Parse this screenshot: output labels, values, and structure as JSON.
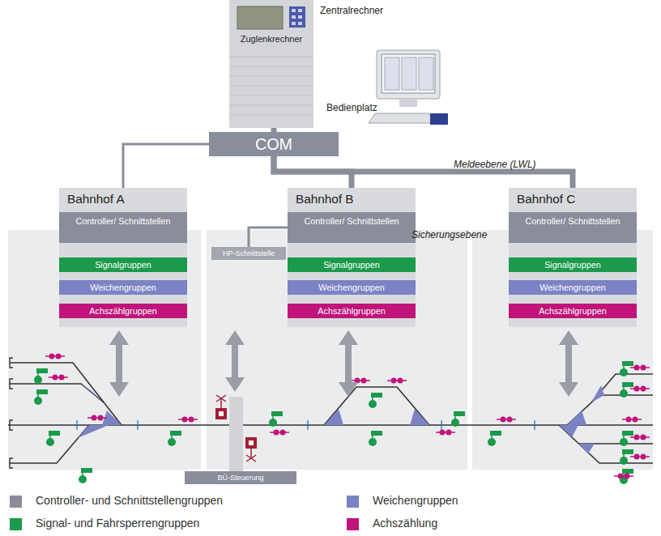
{
  "diagram": {
    "nodes": [
      {
        "text": [
          "Zentralrechner",
          "Zuglenkrechner"
        ]
      },
      {
        "text": [
          "Bedienplatz"
        ]
      },
      {
        "text": [
          "COM"
        ]
      },
      {
        "text": [
          "Bahnhof A"
        ]
      },
      {
        "text": [
          "Controller/ Schnittstellen"
        ],
        "in": 3
      },
      {
        "text": [
          "Signalgruppen"
        ],
        "in": 3
      },
      {
        "text": [
          "Weichengruppen"
        ],
        "in": 3
      },
      {
        "text": [
          "Achszählgruppen"
        ],
        "in": 3
      },
      {
        "text": [
          "Bahnhof B"
        ]
      },
      {
        "text": [
          "Controller/ Schnittstellen"
        ],
        "in": 8
      },
      {
        "text": [
          "Signalgruppen"
        ],
        "in": 8
      },
      {
        "text": [
          "Weichengruppen"
        ],
        "in": 8
      },
      {
        "text": [
          "Achszählgruppen"
        ],
        "in": 8
      },
      {
        "text": [
          "HP-Schnittstelle"
        ]
      },
      {
        "text": [
          "Bahnhof C"
        ]
      },
      {
        "text": [
          "Controller/ Schnittstellen"
        ],
        "in": 14
      },
      {
        "text": [
          "Signalgruppen"
        ],
        "in": 14
      },
      {
        "text": [
          "Weichengruppen"
        ],
        "in": 14
      },
      {
        "text": [
          "Achszählgruppen"
        ],
        "in": 14
      },
      {
        "text": [
          "BÜ-Steuerung"
        ]
      }
    ],
    "edges": [
      {
        "from": 2,
        "to": 0,
        "arrow": "none"
      },
      {
        "from": 2,
        "to": 3,
        "arrow": "none"
      },
      {
        "from": 2,
        "to": 8,
        "arrow": "none"
      },
      {
        "from": 2,
        "to": 14,
        "arrow": "none"
      },
      {
        "from": 9,
        "to": 13,
        "arrow": "none"
      }
    ],
    "labels": [
      "Meldeebene (LWL)",
      "Sicherungsebene"
    ],
    "legend": [
      {
        "text": "Controller- und Schnittstellengruppen",
        "color": "#8a8d9a"
      },
      {
        "text": "Signal- und Fahrsperrengruppen",
        "color": "#1a9a4a"
      },
      {
        "text": "Weichengruppen",
        "color": "#7b83c4"
      },
      {
        "text": "Achszählung",
        "color": "#c0147a"
      }
    ]
  }
}
